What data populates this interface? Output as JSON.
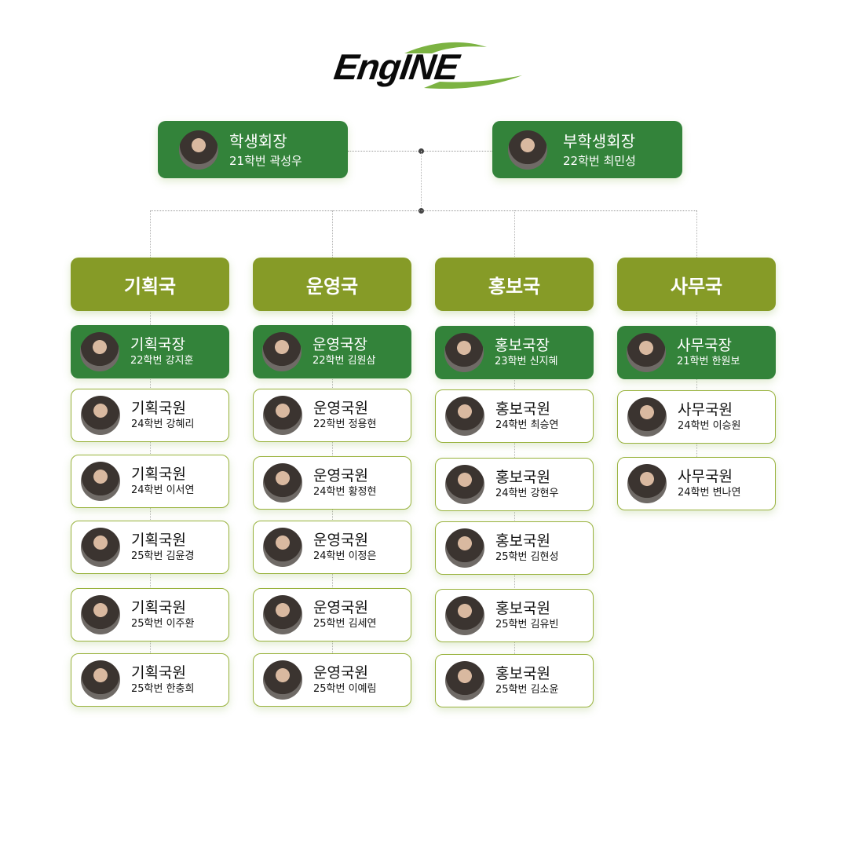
{
  "logo": {
    "text": "EngINE"
  },
  "colors": {
    "lead_green": "#33833a",
    "dept_olive": "#869b27",
    "border_olive": "#98b23c",
    "logo_swoosh": "#7cb342"
  },
  "top": [
    {
      "role": "학생회장",
      "name": "21학번 곽성우"
    },
    {
      "role": "부학생회장",
      "name": "22학번 최민성"
    }
  ],
  "departments": [
    {
      "name": "기획국",
      "head": {
        "role": "기획국장",
        "name": "22학번 강지훈"
      },
      "members": [
        {
          "role": "기획국원",
          "name": "24학번 강혜리"
        },
        {
          "role": "기획국원",
          "name": "24학번 이서연"
        },
        {
          "role": "기획국원",
          "name": "25학번 김윤경"
        },
        {
          "role": "기획국원",
          "name": "25학번 이주환"
        },
        {
          "role": "기획국원",
          "name": "25학번 한충희"
        }
      ]
    },
    {
      "name": "운영국",
      "head": {
        "role": "운영국장",
        "name": "22학번 김원삼"
      },
      "members": [
        {
          "role": "운영국원",
          "name": "22학번 정용현"
        },
        {
          "role": "운영국원",
          "name": "24학번 황정현"
        },
        {
          "role": "운영국원",
          "name": "24학번 이정은"
        },
        {
          "role": "운영국원",
          "name": "25학번 김세연"
        },
        {
          "role": "운영국원",
          "name": "25학번 이예림"
        }
      ]
    },
    {
      "name": "홍보국",
      "head": {
        "role": "홍보국장",
        "name": "23학번 신지혜"
      },
      "members": [
        {
          "role": "홍보국원",
          "name": "24학번 최승연"
        },
        {
          "role": "홍보국원",
          "name": "24학번 강현우"
        },
        {
          "role": "홍보국원",
          "name": "25학번 김현성"
        },
        {
          "role": "홍보국원",
          "name": "25학번 김유빈"
        },
        {
          "role": "홍보국원",
          "name": "25학번 김소윤"
        }
      ]
    },
    {
      "name": "사무국",
      "head": {
        "role": "사무국장",
        "name": "21학번 한원보"
      },
      "members": [
        {
          "role": "사무국원",
          "name": "24학번 이승원"
        },
        {
          "role": "사무국원",
          "name": "24학번 변나연"
        }
      ]
    }
  ]
}
